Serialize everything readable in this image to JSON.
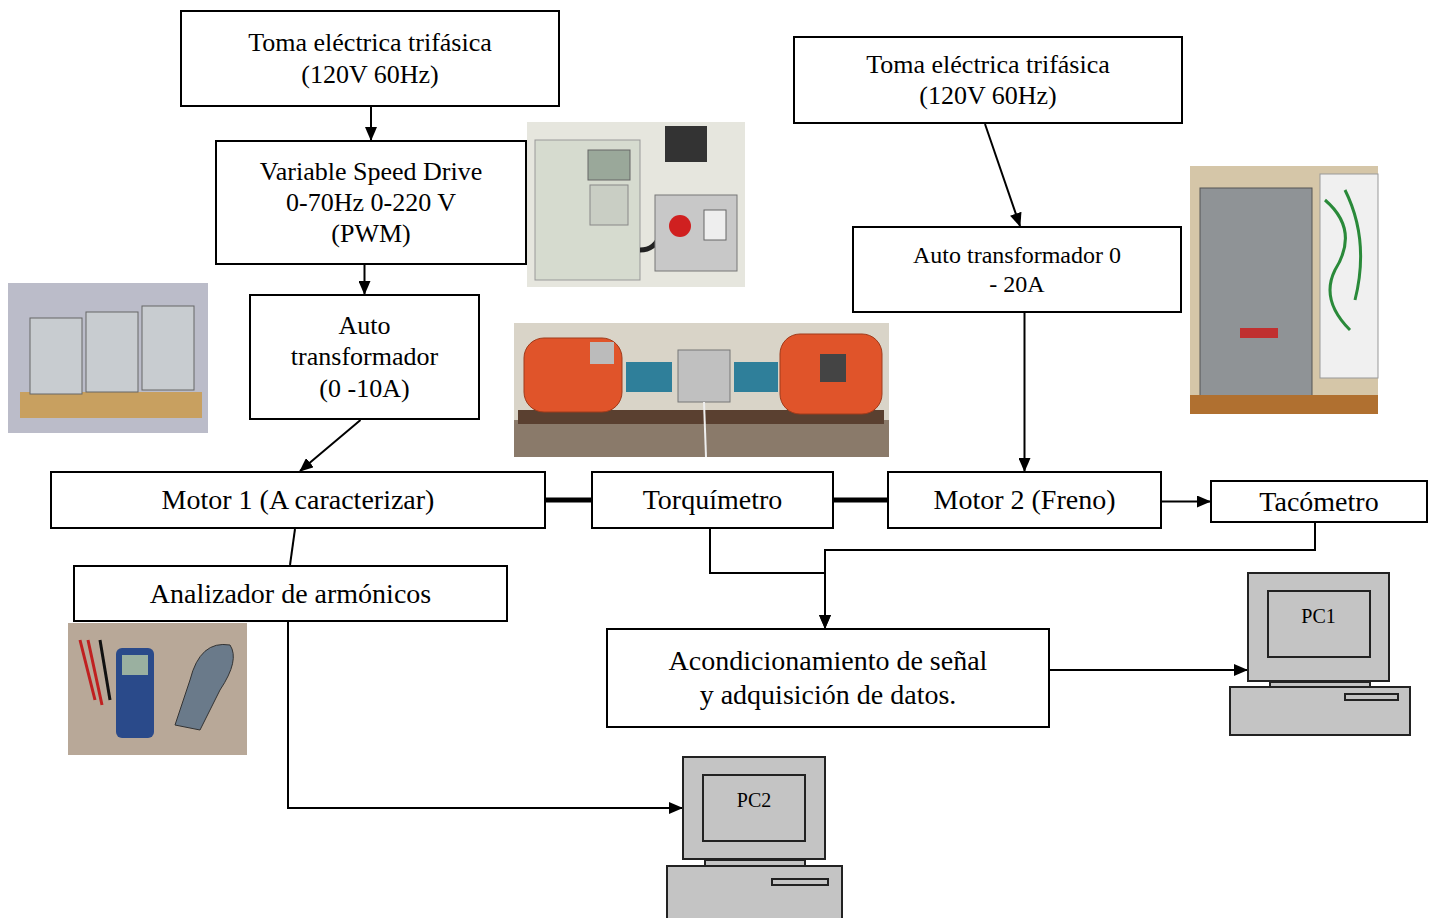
{
  "diagram": {
    "nodes": [
      {
        "text": [
          "Toma eléctrica trifásica (120V 60Hz)"
        ]
      },
      {
        "text": [
          "Toma eléctrica trifásica (120V 60Hz)"
        ]
      },
      {
        "text": [
          "Variable Speed Drive 0-70Hz 0-220 V (PWM)"
        ]
      },
      {
        "text": [
          "Auto transformador 0 - 20A"
        ]
      },
      {
        "text": [
          "Auto transformador (0 -10A)"
        ]
      },
      {
        "text": [
          "Motor 1 (A caracterizar)"
        ]
      },
      {
        "text": [
          "Torquímetro"
        ]
      },
      {
        "text": [
          "Motor 2 (Freno)"
        ]
      },
      {
        "text": [
          "Tacómetro"
        ]
      },
      {
        "text": [
          "Analizador de armónicos"
        ]
      },
      {
        "text": [
          "Acondicionamiento de señal y adquisición de datos."
        ]
      },
      {
        "text": [
          "PC1"
        ]
      },
      {
        "text": [
          "PC2"
        ]
      }
    ],
    "edges": [
      {
        "from": 0,
        "to": 2,
        "arrow": "to"
      },
      {
        "from": 2,
        "to": 4,
        "arrow": "to"
      },
      {
        "from": 4,
        "to": 5,
        "arrow": "to"
      },
      {
        "from": 1,
        "to": 3,
        "arrow": "to"
      },
      {
        "from": 3,
        "to": 7,
        "arrow": "to"
      },
      {
        "from": 5,
        "to": 6,
        "arrow": "none"
      },
      {
        "from": 6,
        "to": 7,
        "arrow": "none"
      },
      {
        "from": 7,
        "to": 8,
        "arrow": "to"
      },
      {
        "from": 6,
        "to": 10,
        "arrow": "to"
      },
      {
        "from": 8,
        "to": 10,
        "arrow": "to"
      },
      {
        "from": 10,
        "to": 11,
        "arrow": "to"
      },
      {
        "from": 5,
        "to": 9,
        "arrow": "none"
      },
      {
        "from": 9,
        "to": 12,
        "arrow": "to"
      }
    ]
  }
}
